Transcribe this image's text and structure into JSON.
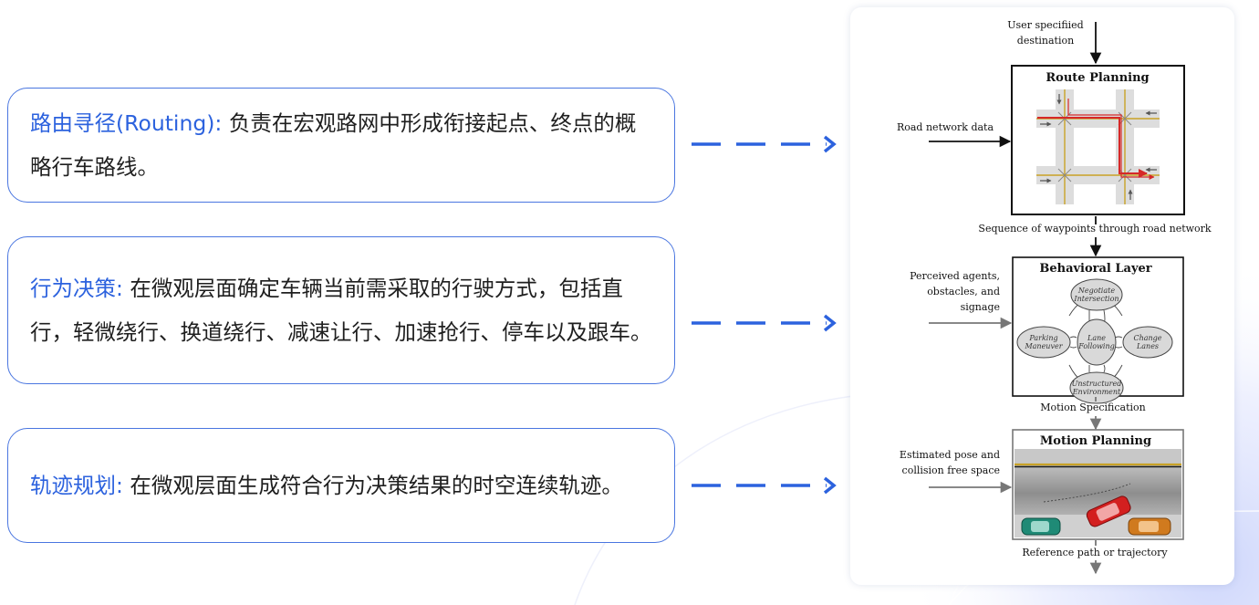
{
  "cards": [
    {
      "title": "路由寻径(Routing):",
      "body": "负责在宏观路网中形成衔接起点、终点的概略行车路线。"
    },
    {
      "title": "行为决策:",
      "body": "在微观层面确定车辆当前需采取的行驶方式，包括直行，轻微绕行、换道绕行、减速让行、加速抢行、停车以及跟车。"
    },
    {
      "title": "轨迹规划:",
      "body": "在微观层面生成符合行为决策结果的时空连续轨迹。"
    }
  ],
  "diagram": {
    "top_input_line1": "User specifiied",
    "top_input_line2": "destination",
    "route_title": "Route Planning",
    "road_input": "Road network data",
    "route_output": "Sequence of waypoints through road network",
    "behavior_title": "Behavioral Layer",
    "perceived_line1": "Perceived agents,",
    "perceived_line2": "obstacles, and",
    "perceived_line3": "signage",
    "states": {
      "negotiate_1": "Negotiate",
      "negotiate_2": "Intersection",
      "parking_1": "Parking",
      "parking_2": "Maneuver",
      "lane_1": "Lane",
      "lane_2": "Following",
      "change_1": "Change",
      "change_2": "Lanes",
      "unstructured_1": "Unstructured",
      "unstructured_2": "Environment"
    },
    "behavior_output": "Motion Specification",
    "motion_title": "Motion Planning",
    "pose_line1": "Estimated pose and",
    "pose_line2": "collision free space",
    "motion_output": "Reference path or trajectory"
  },
  "colors": {
    "accent": "#2c62de",
    "border": "#4a76e0",
    "route": "#d62828",
    "road_line": "#c9a227"
  }
}
